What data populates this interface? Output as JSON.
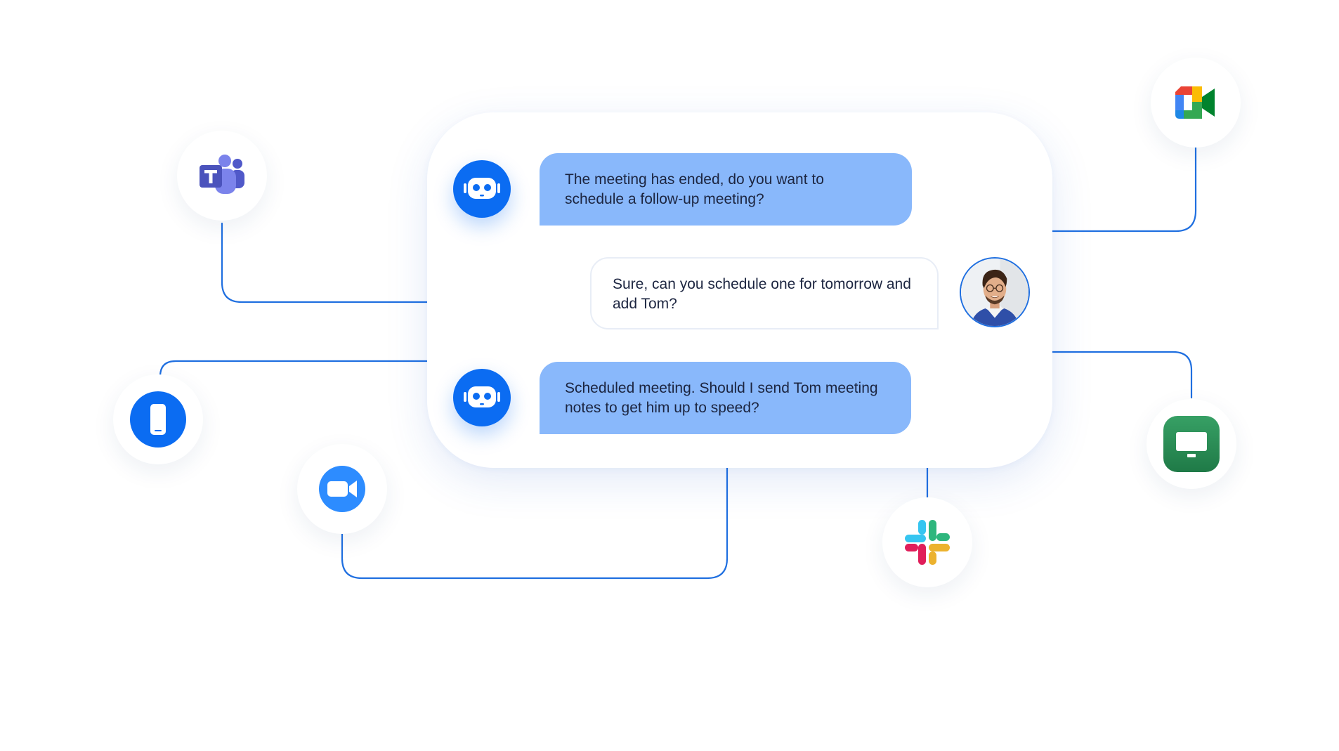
{
  "colors": {
    "brand_blue": "#0b6cf2",
    "bot_bubble": "#89b8fb",
    "user_bubble_border": "#e8edf6",
    "connector": "#1f6fe0",
    "text": "#1c2540"
  },
  "chat": {
    "messages": [
      {
        "sender": "bot",
        "text": "The meeting has ended, do you want to schedule a follow-up meeting?",
        "avatar_icon": "robot-icon"
      },
      {
        "sender": "user",
        "text": "Sure, can you schedule one for tomorrow and add Tom?",
        "avatar_icon": "user-photo"
      },
      {
        "sender": "bot",
        "text": "Scheduled meeting. Should I send Tom meeting notes to get him up to speed?",
        "avatar_icon": "robot-icon"
      }
    ]
  },
  "integrations": [
    {
      "icon": "microsoft-teams-icon"
    },
    {
      "icon": "mobile-phone-icon"
    },
    {
      "icon": "zoom-icon"
    },
    {
      "icon": "slack-icon"
    },
    {
      "icon": "google-meet-icon"
    },
    {
      "icon": "screen-share-icon"
    }
  ]
}
